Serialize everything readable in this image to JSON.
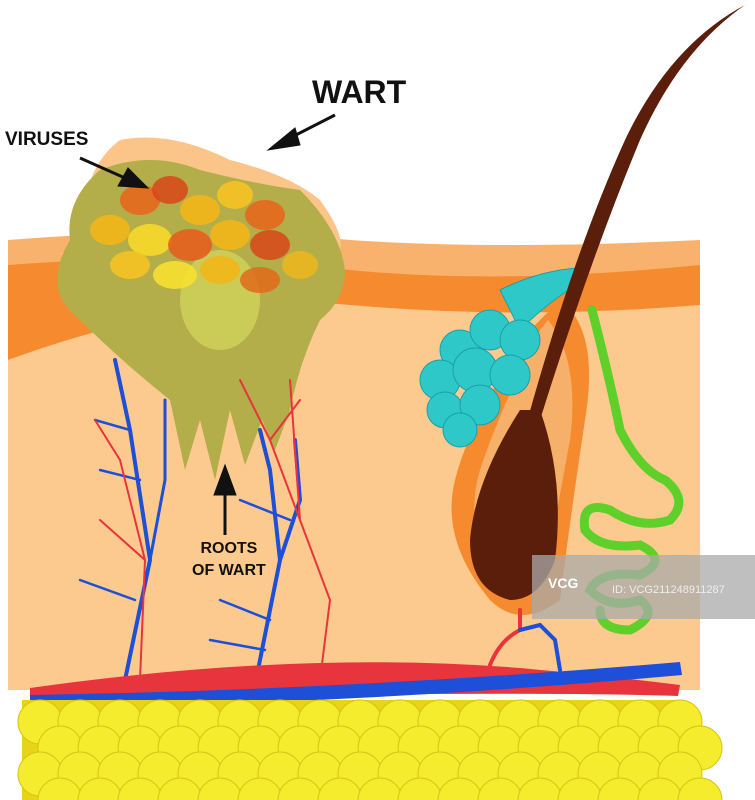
{
  "labels": {
    "wart": "WART",
    "viruses": "VIRUSES",
    "roots_line1": "ROOTS",
    "roots_line2": "OF WART"
  },
  "watermark": {
    "logo": "VCG",
    "id": "ID: VCG211248911287"
  },
  "colors": {
    "epidermis": "#f9b26e",
    "band": "#f58b2e",
    "dermis": "#fcca8e",
    "wart": "#b3ae4a",
    "fat": "#f2e81e",
    "artery": "#e8343c",
    "vein": "#1d4fd8",
    "gland": "#2fc8c8",
    "sweat_gland": "#5fcf2a",
    "hair": "#5a1e0a"
  }
}
